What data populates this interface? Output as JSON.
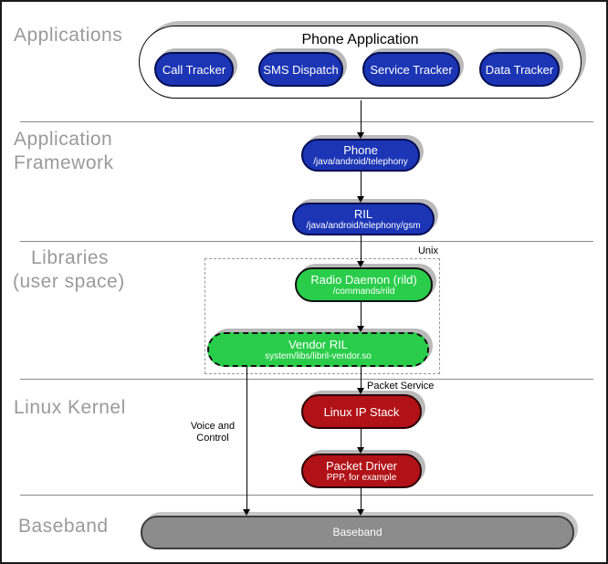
{
  "sections": {
    "applications": {
      "label": "Applications"
    },
    "framework": {
      "line1": "Application",
      "line2": "Framework"
    },
    "libraries": {
      "line1": "Libraries",
      "line2": "(user space)"
    },
    "kernel": {
      "label": "Linux Kernel"
    },
    "baseband": {
      "label": "Baseband"
    }
  },
  "nodes": {
    "phone_application": {
      "title": "Phone Application"
    },
    "call_tracker": {
      "label": "Call Tracker"
    },
    "sms_dispatch": {
      "label": "SMS Dispatch"
    },
    "service_tracker": {
      "label": "Service Tracker"
    },
    "data_tracker": {
      "label": "Data Tracker"
    },
    "phone": {
      "label": "Phone",
      "sublabel": "/java/android/telephony"
    },
    "ril": {
      "label": "RIL",
      "sublabel": "/java/android/telephony/gsm"
    },
    "radio_daemon": {
      "label": "Radio Daemon (rild)",
      "sublabel": "/commands/rild"
    },
    "vendor_ril": {
      "label": "Vendor RIL",
      "sublabel": "system/libs/libril-vendor.so"
    },
    "linux_ip_stack": {
      "label": "Linux IP Stack"
    },
    "packet_driver": {
      "label": "Packet Driver",
      "sublabel": "PPP, for example"
    },
    "baseband_bar": {
      "label": "Baseband"
    }
  },
  "annotations": {
    "unix": "Unix",
    "packet_service": "Packet Service",
    "voice_line1": "Voice and",
    "voice_line2": "Control"
  },
  "colors": {
    "app_blue": "#1c35b5",
    "library_green": "#29cd4a",
    "kernel_red": "#b11217",
    "baseband_gray": "#8c8c8c",
    "section_label_gray": "#9a9a9a",
    "shadow_gray": "#b9b9b9"
  }
}
